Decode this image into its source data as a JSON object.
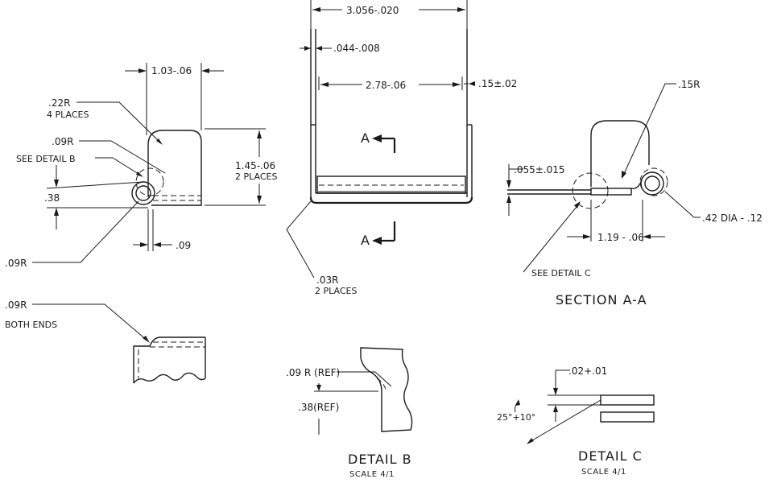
{
  "labels": {
    "dim_3056": "3.056-.020",
    "dim_044": ".044-.008",
    "dim_278": "2.78-.06",
    "dim_15tol": ".15±.02",
    "dim_103": "1.03-.06",
    "dim_22r": ".22R",
    "dim_4places": "4 PLACES",
    "dim_09r_a": ".09R",
    "see_detail_b": "SEE DETAIL B",
    "dim_38": ".38",
    "dim_145": "1.45-.06",
    "dim_2places_a": "2 PLACES",
    "dim_09r_b": ".09R",
    "dim_09": ".09",
    "dim_09r_c": ".09R",
    "both_ends": "BOTH ENDS",
    "section_mark_a1": "A",
    "section_mark_a2": "A",
    "dim_03r": ".03R",
    "dim_2places_b": "2 PLACES",
    "dim_15r": ".15R",
    "dim_055": ".055±.015",
    "dim_42dia": ".42 DIA - .12",
    "dim_119": "1.19 - .06",
    "see_detail_c": "SEE DETAIL C",
    "section_aa": "SECTION A-A",
    "dim_09r_ref": ".09 R (REF)",
    "dim_38_ref": ".38(REF)",
    "detail_b": "DETAIL B",
    "scale_b": "SCALE 4/1",
    "dim_02": ".02+.01",
    "dim_25": "25°+10°",
    "detail_c": "DETAIL C",
    "scale_c": "SCALE 4/1"
  }
}
